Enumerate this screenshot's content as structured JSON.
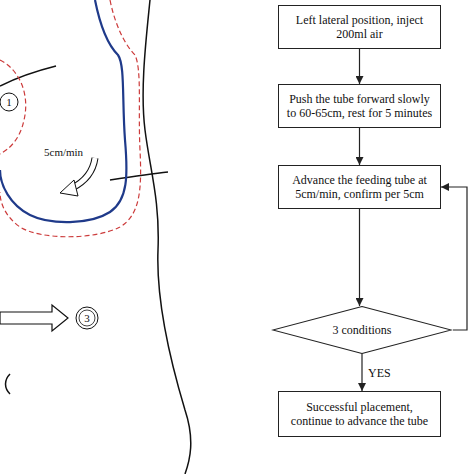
{
  "diagram": {
    "nodes": [
      {
        "text": [
          "Left lateral position, inject 200ml air"
        ]
      },
      {
        "text": [
          "Push the tube forward slowly to 60-65cm, rest for 5 minutes"
        ]
      },
      {
        "text": [
          "Advance the feeding tube at 5cm/min, confirm per 5cm"
        ]
      },
      {
        "text": [
          "3 conditions"
        ]
      },
      {
        "text": [
          "Successful placement, continue to advance the tube"
        ]
      }
    ],
    "edges": [
      {
        "from": 0,
        "to": 1,
        "arrow": "to"
      },
      {
        "from": 1,
        "to": 2,
        "arrow": "to"
      },
      {
        "from": 2,
        "to": 3,
        "arrow": "to"
      },
      {
        "from": 3,
        "to": 4,
        "label": "YES",
        "arrow": "to"
      },
      {
        "from": 3,
        "to": 2,
        "arrow": "to"
      }
    ],
    "labels": [
      "5cm/min",
      "1",
      "3"
    ]
  }
}
